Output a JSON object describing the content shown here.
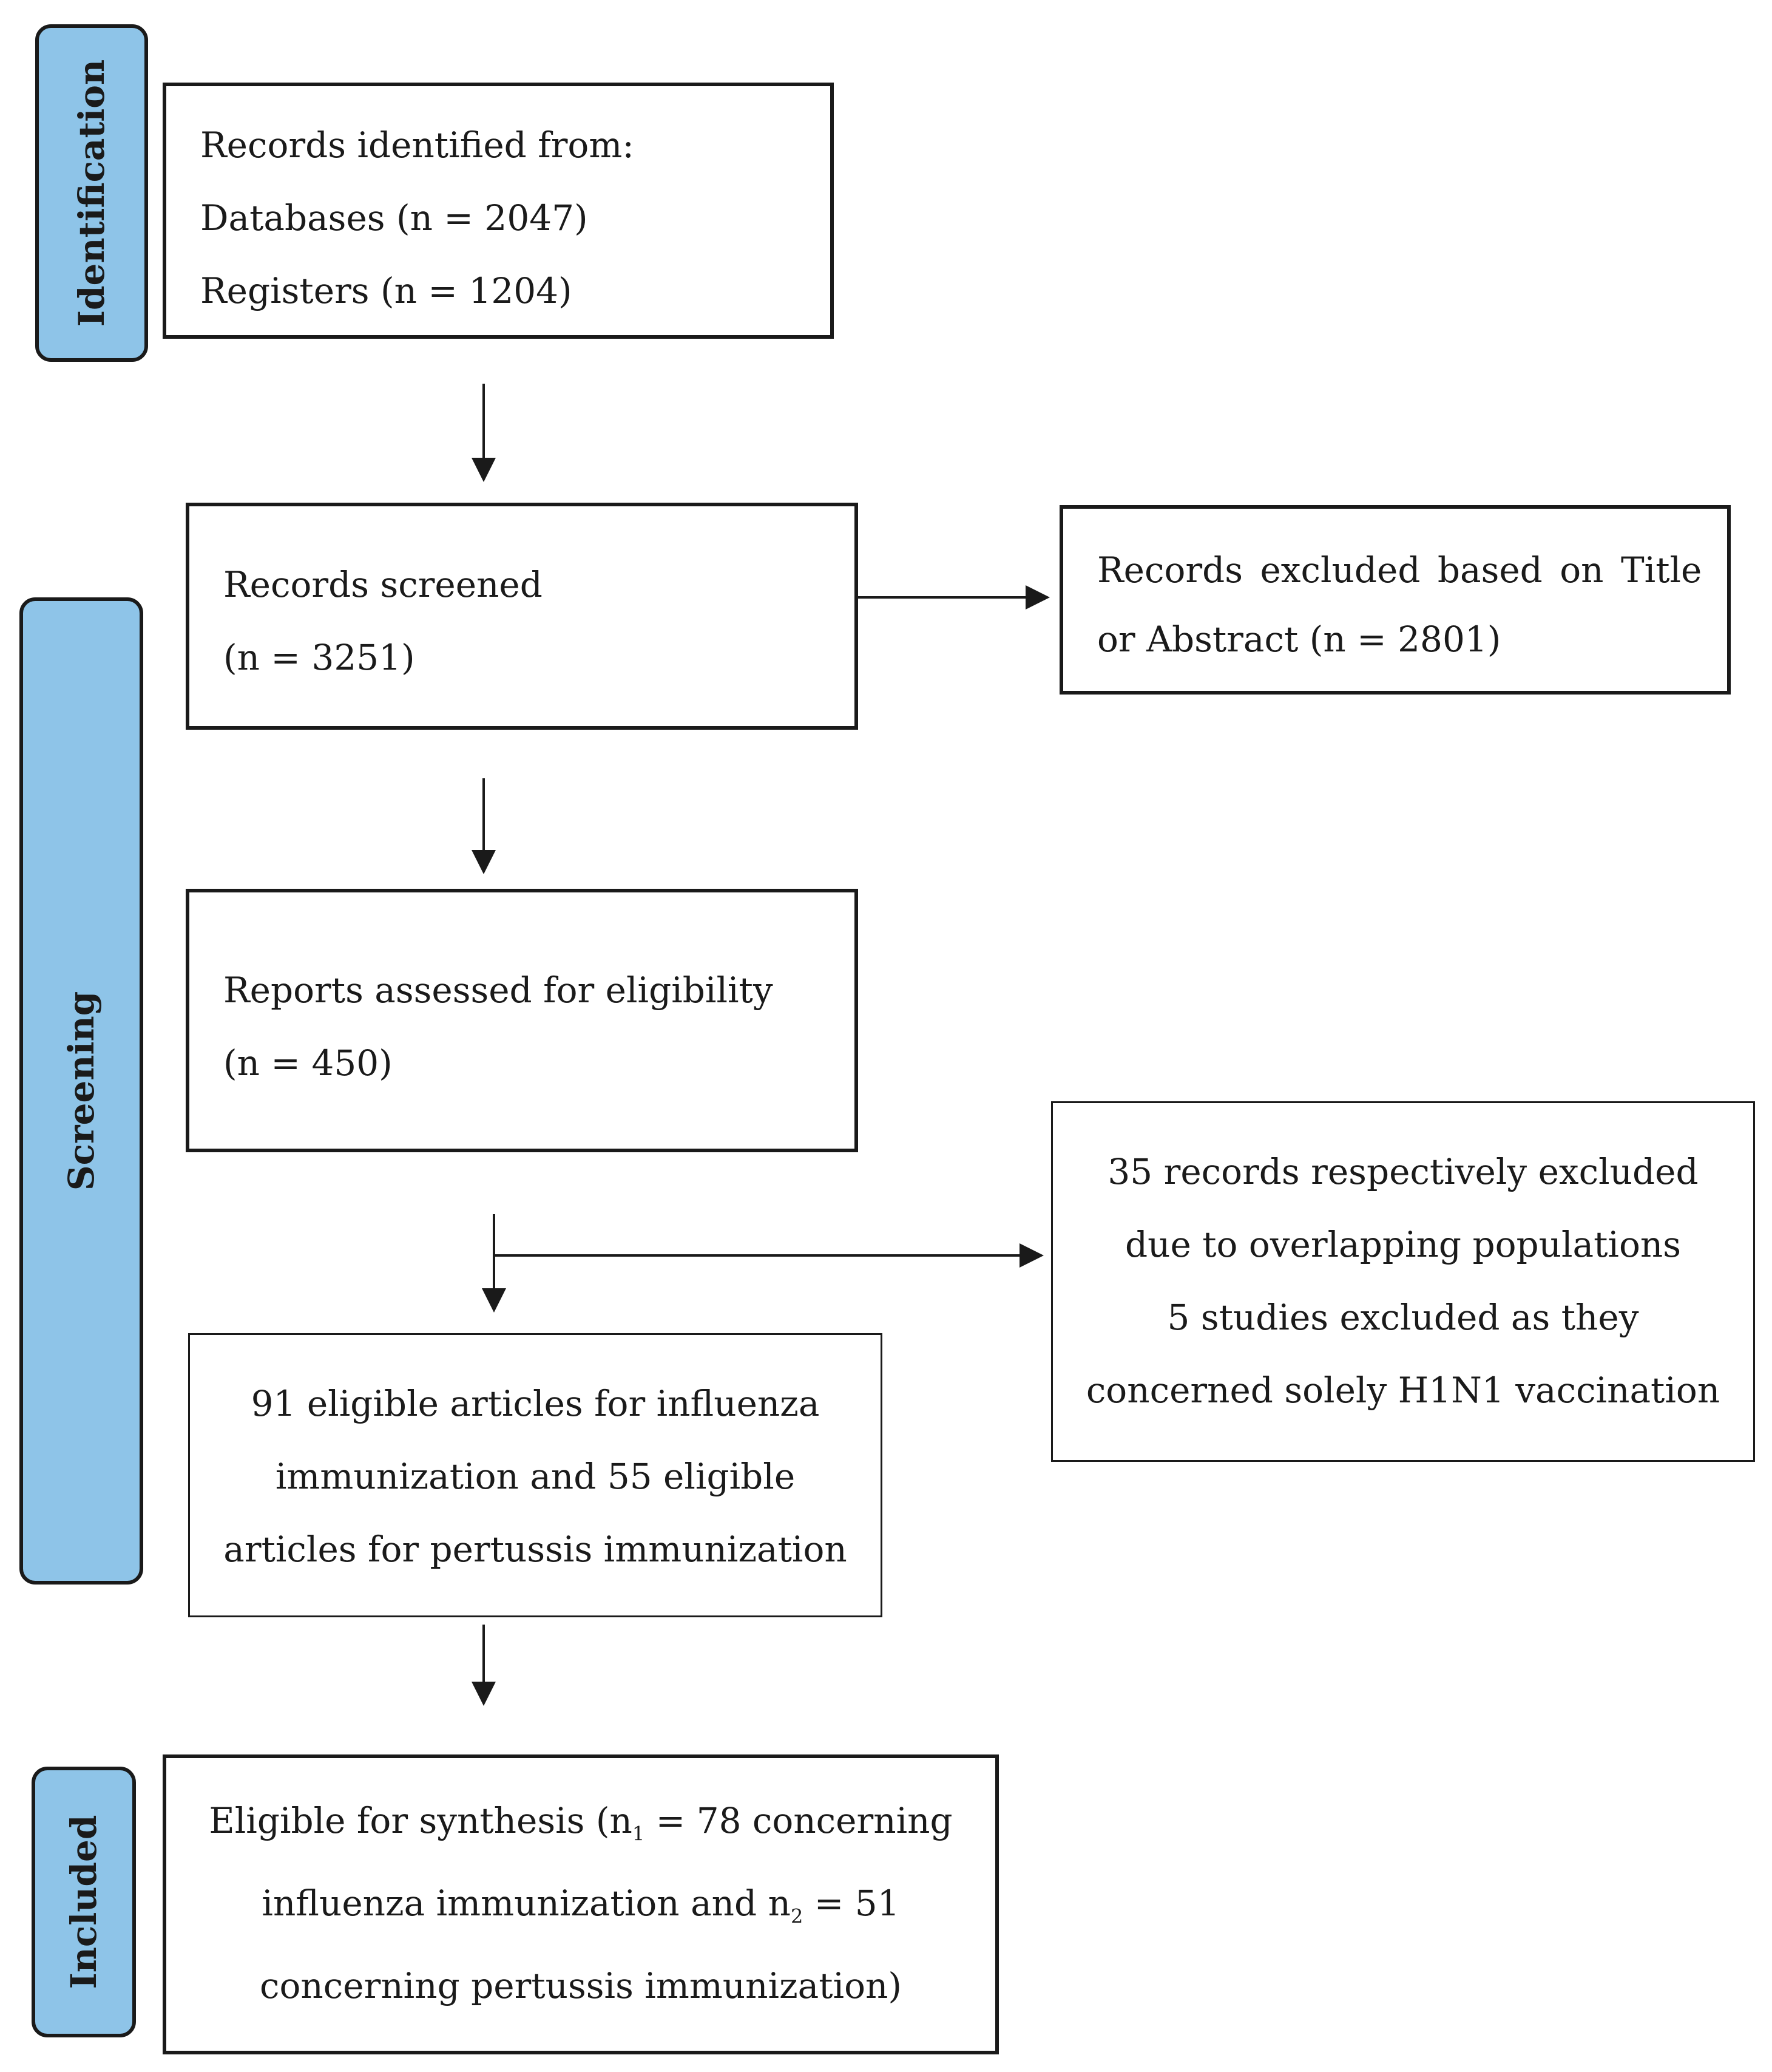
{
  "phases": {
    "identification": "Identification",
    "screening": "Screening",
    "included": "Included"
  },
  "boxes": {
    "records_identified": {
      "lines": [
        "Records identified from:",
        "Databases (n = 2047)",
        "Registers (n = 1204)"
      ]
    },
    "records_screened": {
      "lines": [
        "Records screened",
        "(n = 3251)"
      ]
    },
    "records_excluded": {
      "lines": [
        "Records excluded based on Title",
        "or Abstract (n = 2801)"
      ]
    },
    "reports_assessed": {
      "lines": [
        "Reports assessed for eligibility",
        "(n = 450)"
      ]
    },
    "records_excluded_overlap": {
      "lines": [
        "35 records respectively excluded",
        "due to overlapping populations",
        "5 studies excluded as they",
        "concerned solely H1N1 vaccination"
      ]
    },
    "eligible_articles": {
      "lines": [
        "91 eligible articles for influenza",
        "immunization and 55 eligible",
        "articles for pertussis immunization"
      ]
    },
    "eligible_synthesis": {
      "line1_prefix": "Eligible for synthesis (n",
      "line1_sub": "1",
      "line1_suffix": " = 78 concerning",
      "line2_prefix": "influenza immunization and n",
      "line2_sub": "2",
      "line2_suffix": " = 51",
      "line3": "concerning pertussis immunization)"
    }
  }
}
